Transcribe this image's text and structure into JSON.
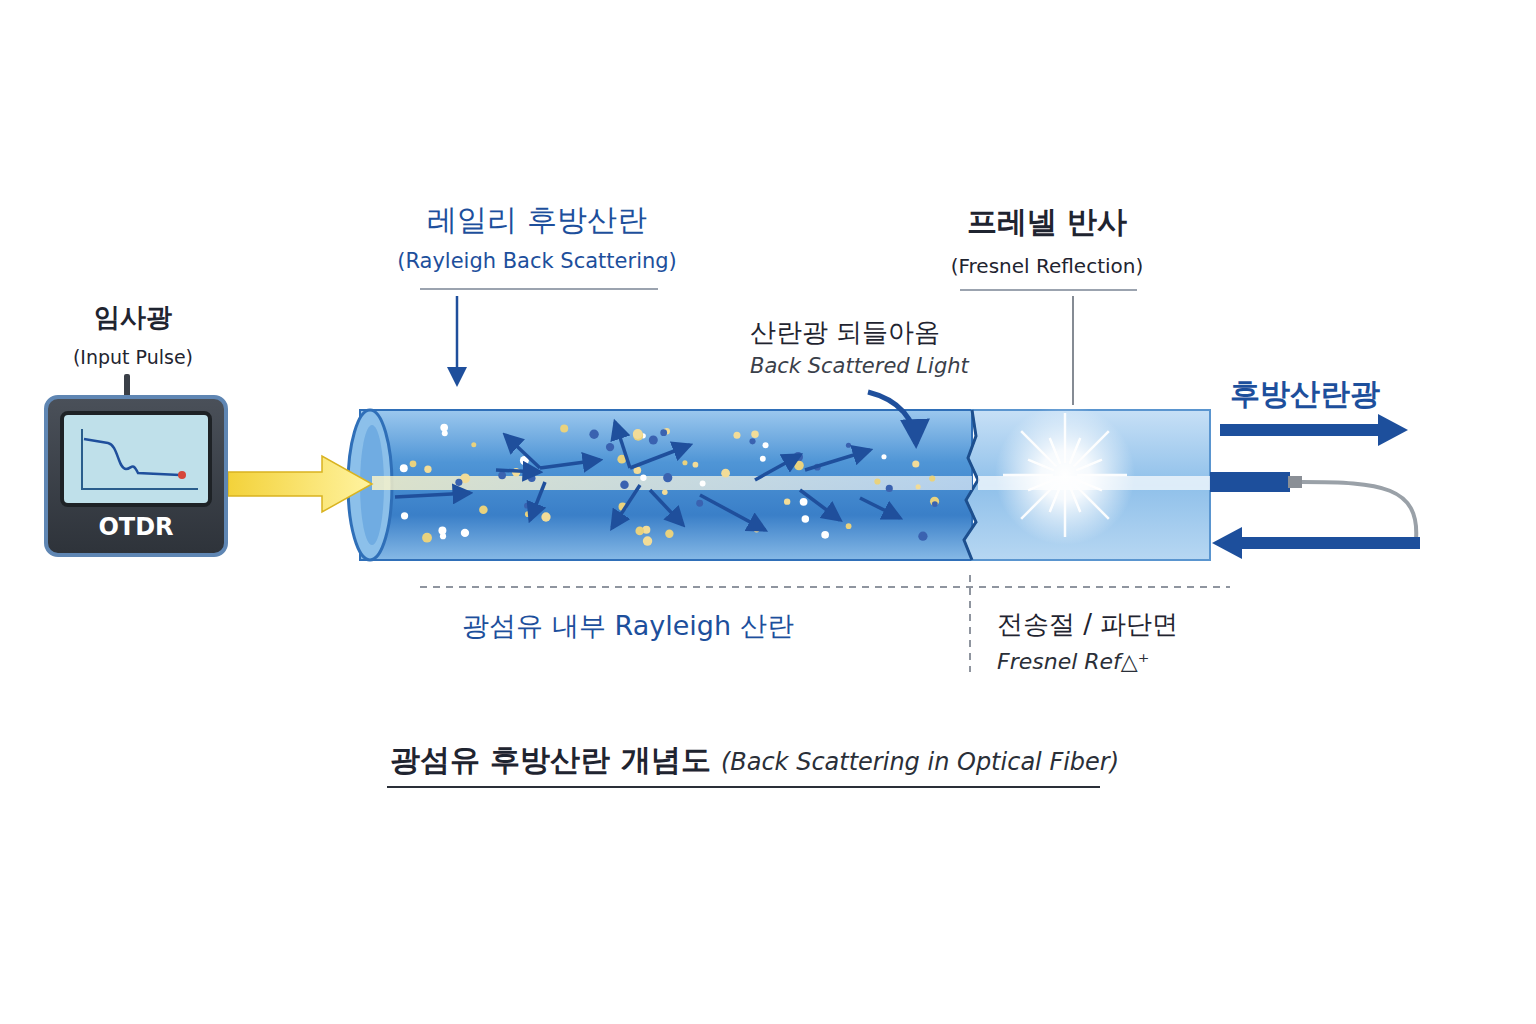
{
  "diagram": {
    "title": "광섬유 후방산란 개념도",
    "nodes": [
      {
        "text": [
          "OTDR"
        ]
      }
    ],
    "edges": [],
    "labels": [
      "임사광",
      "(Input Pulse)",
      "레일리 후방산란",
      "(Rayleigh Back Scattering)",
      "프레넬 반사",
      "(Fresnel Reflection)",
      "산란광 되들아옴",
      "Back Scattered Light",
      "후방산란광",
      "광섬유 내부 Rayleigh 산란",
      "전송절 / 파단면",
      "Fresnel Ref△⁺",
      "(Back Scattering in Optical Fiber)"
    ]
  }
}
